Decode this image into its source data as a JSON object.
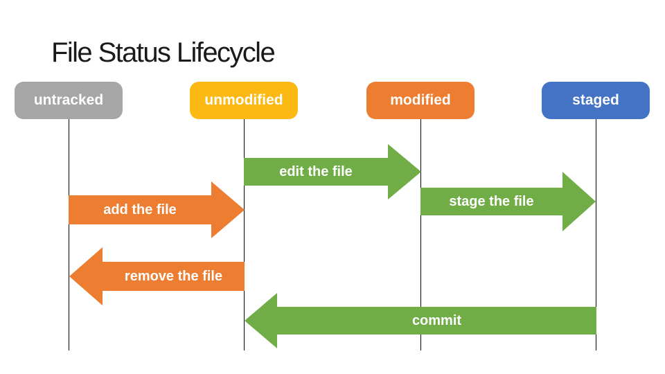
{
  "title": "File Status Lifecycle",
  "colors": {
    "background": "#FFFFFF",
    "title_text": "#1A1A1A",
    "lifeline": "#000000",
    "state_label_text": "#FFFFFF",
    "arrow_label_text": "#FFFFFF",
    "gray": "#A6A6A6",
    "gold": "#FCB813",
    "orange": "#ED7D31",
    "blue": "#4472C4",
    "green": "#70AD47"
  },
  "states": [
    {
      "label": "untracked",
      "color": "#A6A6A6"
    },
    {
      "label": "unmodified",
      "color": "#FCB813"
    },
    {
      "label": "modified",
      "color": "#ED7D31"
    },
    {
      "label": "staged",
      "color": "#4472C4"
    }
  ],
  "transitions": [
    {
      "label": "edit the file",
      "from": "unmodified",
      "to": "modified",
      "direction": "right",
      "color": "#70AD47"
    },
    {
      "label": "add the file",
      "from": "untracked",
      "to": "unmodified",
      "direction": "right",
      "color": "#ED7D31"
    },
    {
      "label": "remove the file",
      "from": "unmodified",
      "to": "untracked",
      "direction": "left",
      "color": "#ED7D31"
    },
    {
      "label": "stage the file",
      "from": "modified",
      "to": "staged",
      "direction": "right",
      "color": "#70AD47"
    },
    {
      "label": "commit",
      "from": "staged",
      "to": "unmodified",
      "direction": "left",
      "color": "#70AD47"
    }
  ]
}
